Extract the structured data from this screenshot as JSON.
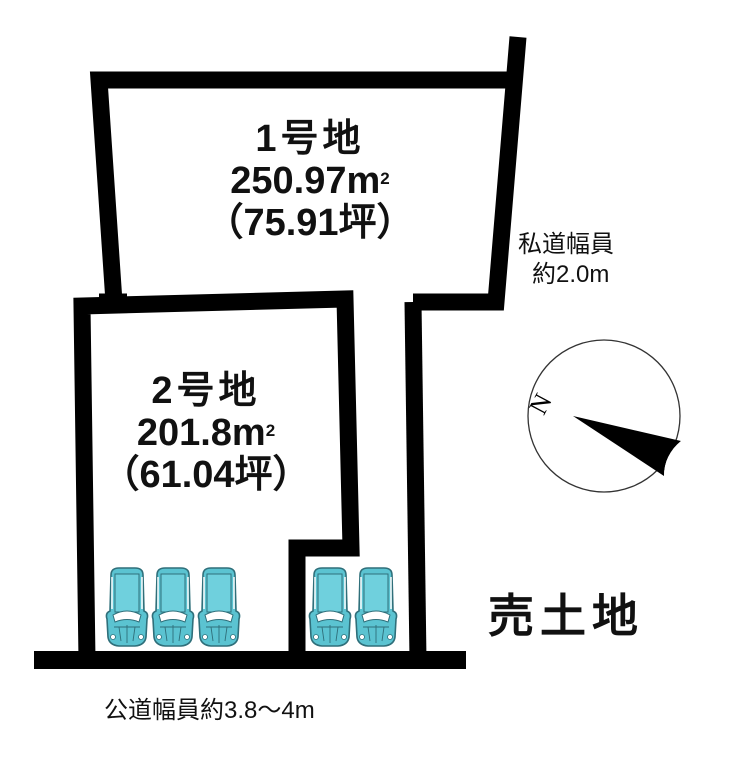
{
  "lots": [
    {
      "title": "1号地",
      "area_value": "250.97m",
      "area_unit_sup": "2",
      "tsubo": "（75.91坪）"
    },
    {
      "title": "2号地",
      "area_value": "201.8m",
      "area_unit_sup": "2",
      "tsubo": "（61.04坪）"
    }
  ],
  "private_road": {
    "line1": "私道幅員",
    "line2": "約2.0m"
  },
  "public_road": {
    "label": "公道幅員約3.8〜4m"
  },
  "sale_label": "売土地",
  "compass": {
    "north_label": "N"
  },
  "parking": {
    "lot2_spaces": 3,
    "lot1_spaces": 2,
    "car_color": "#5bc3d1",
    "car_outline": "#2f6f7a"
  },
  "colors": {
    "boundary": "#000000",
    "background": "#ffffff"
  }
}
